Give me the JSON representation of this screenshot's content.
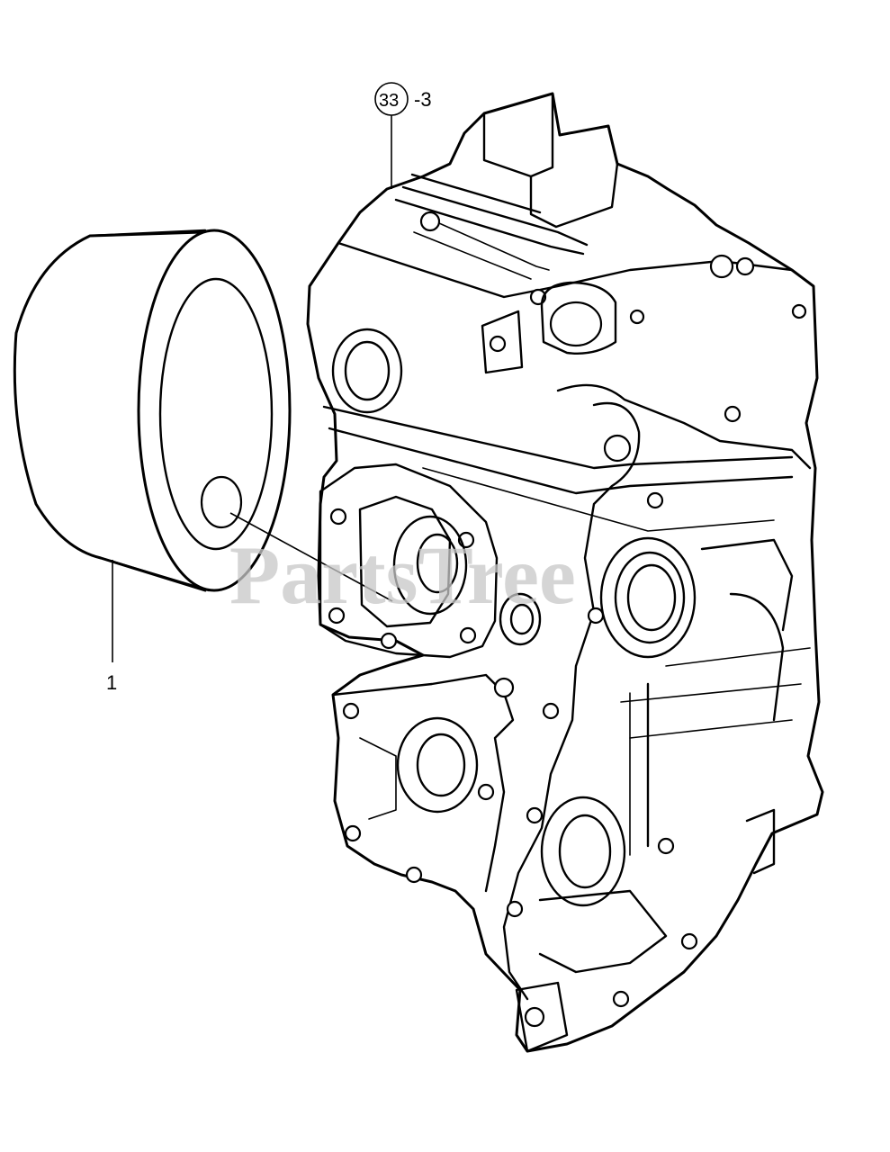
{
  "callouts": {
    "part_1": "1",
    "part_33": "33",
    "part_33_suffix": "-3"
  },
  "watermark": "PartsTree",
  "colors": {
    "line": "#000000",
    "background": "#ffffff",
    "watermark": "#c8c8c8"
  }
}
